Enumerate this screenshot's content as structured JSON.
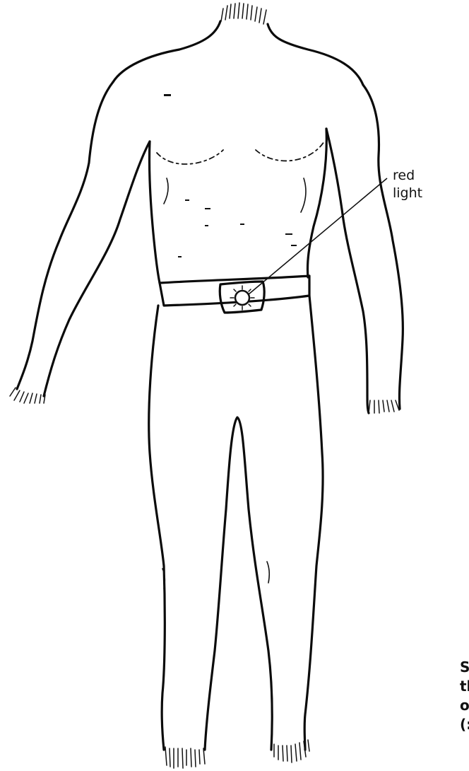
{
  "callout": {
    "line1": "red",
    "line2": "light"
  },
  "caption": {
    "line1": "S",
    "line2": "tl",
    "line3": "o",
    "line4": "(:"
  }
}
